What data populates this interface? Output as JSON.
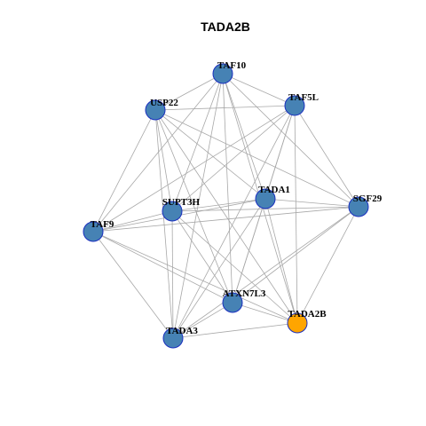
{
  "title": "TADA2B",
  "colors": {
    "node_fill": "#4682b4",
    "node_stroke": "#1a2fbf",
    "query_fill": "#ffa500",
    "edge": "#a8a8a8"
  },
  "nodes": [
    {
      "id": "TAF10",
      "label": "TAF10",
      "query": false
    },
    {
      "id": "USP22",
      "label": "USP22",
      "query": false
    },
    {
      "id": "TAF5L",
      "label": "TAF5L",
      "query": false
    },
    {
      "id": "SUPT3H",
      "label": "SUPT3H",
      "query": false
    },
    {
      "id": "TADA1",
      "label": "TADA1",
      "query": false
    },
    {
      "id": "SGF29",
      "label": "SGF29",
      "query": false
    },
    {
      "id": "TAF9",
      "label": "TAF9",
      "query": false
    },
    {
      "id": "ATXN7L3",
      "label": "ATXN7L3",
      "query": false
    },
    {
      "id": "TADA2B",
      "label": "TADA2B",
      "query": true
    },
    {
      "id": "TADA3",
      "label": "TADA3",
      "query": false
    }
  ],
  "edges": [
    [
      "TAF10",
      "USP22"
    ],
    [
      "TAF10",
      "TAF5L"
    ],
    [
      "TAF10",
      "SUPT3H"
    ],
    [
      "TAF10",
      "TADA1"
    ],
    [
      "TAF10",
      "SGF29"
    ],
    [
      "TAF10",
      "TAF9"
    ],
    [
      "TAF10",
      "ATXN7L3"
    ],
    [
      "TAF10",
      "TADA2B"
    ],
    [
      "TAF10",
      "TADA3"
    ],
    [
      "USP22",
      "TAF5L"
    ],
    [
      "USP22",
      "SUPT3H"
    ],
    [
      "USP22",
      "TADA1"
    ],
    [
      "USP22",
      "SGF29"
    ],
    [
      "USP22",
      "TAF9"
    ],
    [
      "USP22",
      "ATXN7L3"
    ],
    [
      "USP22",
      "TADA2B"
    ],
    [
      "USP22",
      "TADA3"
    ],
    [
      "TAF5L",
      "SUPT3H"
    ],
    [
      "TAF5L",
      "TADA1"
    ],
    [
      "TAF5L",
      "SGF29"
    ],
    [
      "TAF5L",
      "TAF9"
    ],
    [
      "TAF5L",
      "ATXN7L3"
    ],
    [
      "TAF5L",
      "TADA2B"
    ],
    [
      "TAF5L",
      "TADA3"
    ],
    [
      "SUPT3H",
      "TADA1"
    ],
    [
      "SUPT3H",
      "SGF29"
    ],
    [
      "SUPT3H",
      "TAF9"
    ],
    [
      "SUPT3H",
      "ATXN7L3"
    ],
    [
      "SUPT3H",
      "TADA2B"
    ],
    [
      "SUPT3H",
      "TADA3"
    ],
    [
      "TADA1",
      "SGF29"
    ],
    [
      "TADA1",
      "TAF9"
    ],
    [
      "TADA1",
      "ATXN7L3"
    ],
    [
      "TADA1",
      "TADA2B"
    ],
    [
      "TADA1",
      "TADA3"
    ],
    [
      "SGF29",
      "TAF9"
    ],
    [
      "SGF29",
      "ATXN7L3"
    ],
    [
      "SGF29",
      "TADA2B"
    ],
    [
      "SGF29",
      "TADA3"
    ],
    [
      "TAF9",
      "ATXN7L3"
    ],
    [
      "TAF9",
      "TADA2B"
    ],
    [
      "TAF9",
      "TADA3"
    ],
    [
      "ATXN7L3",
      "TADA2B"
    ],
    [
      "ATXN7L3",
      "TADA3"
    ],
    [
      "TADA2B",
      "TADA3"
    ]
  ]
}
